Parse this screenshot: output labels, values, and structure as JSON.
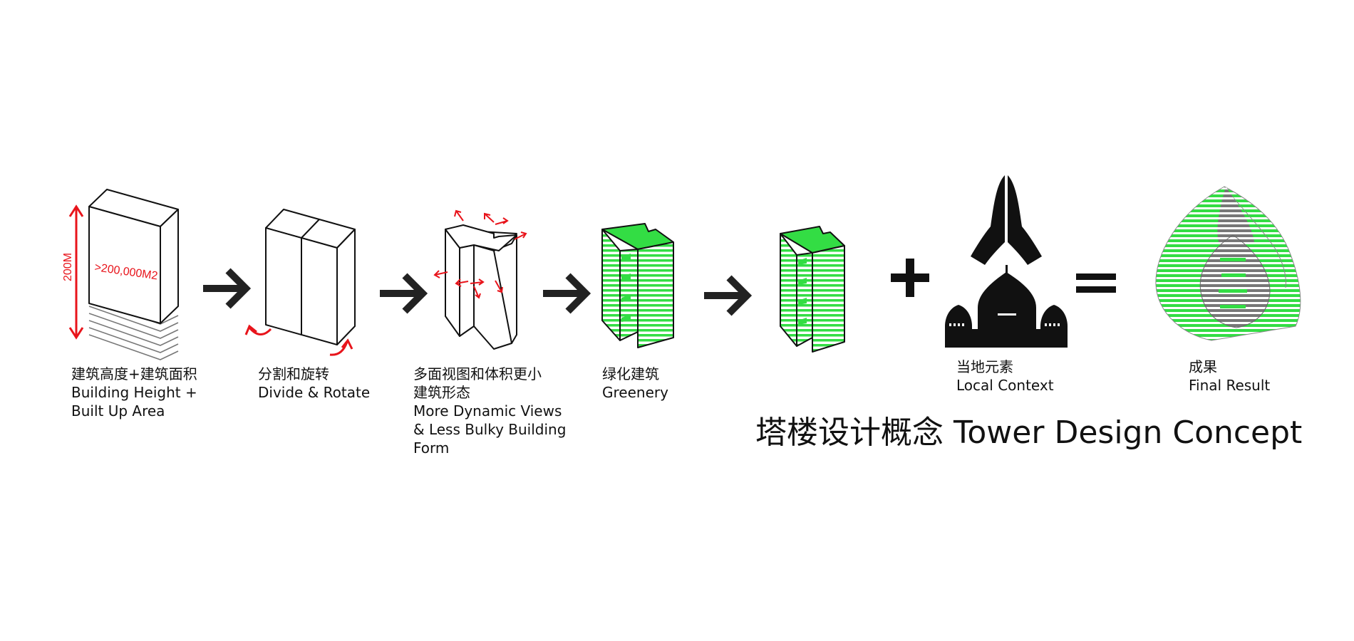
{
  "steps": [
    {
      "zh": "建筑高度+建筑面积",
      "en1": "Building Height  +",
      "en2": "Built Up Area",
      "height_label": "200M",
      "area_label": ">200,000M2"
    },
    {
      "zh": "分割和旋转",
      "en1": "Divide & Rotate"
    },
    {
      "zh1": "多面视图和体积更小",
      "zh2": "建筑形态",
      "en1": "More Dynamic Views",
      "en2": "& Less Bulky Building",
      "en3": "Form"
    },
    {
      "zh": "绿化建筑",
      "en1": "Greenery"
    },
    {
      "zh": "当地元素",
      "en1": "Local Context"
    },
    {
      "zh": "成果",
      "en1": "Final Result"
    }
  ],
  "operators": {
    "plus": "+",
    "equals": "="
  },
  "title": "塔楼设计概念 Tower Design Concept",
  "colors": {
    "green": "#33dd44",
    "red": "#e8141b",
    "black": "#111111"
  }
}
